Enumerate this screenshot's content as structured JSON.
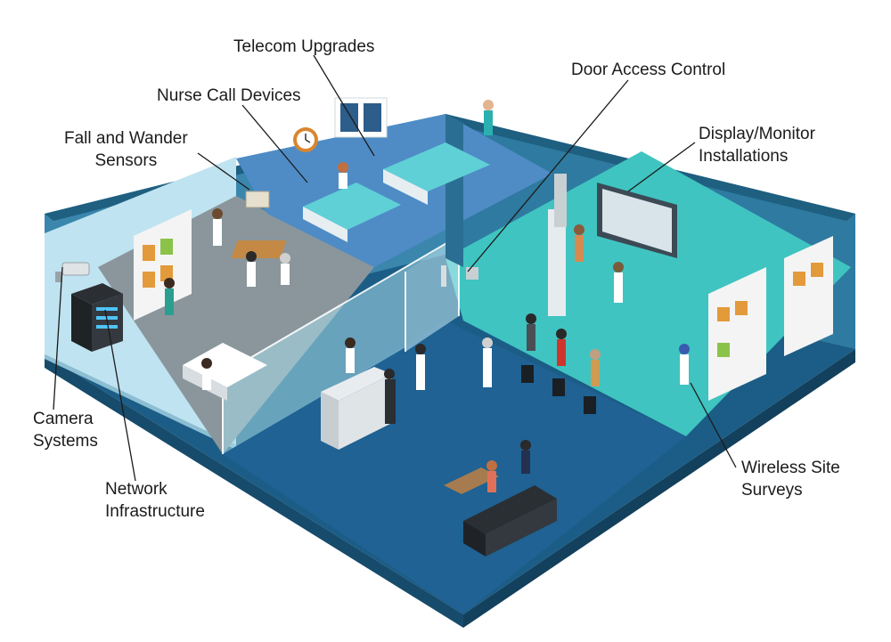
{
  "labels": {
    "telecom": "Telecom Upgrades",
    "nurse_call": "Nurse Call Devices",
    "fall_wander": [
      "Fall and Wander",
      "Sensors"
    ],
    "door_access": "Door Access Control",
    "display_monitor": [
      "Display/Monitor",
      "Installations"
    ],
    "camera": [
      "Camera",
      "Systems"
    ],
    "network": [
      "Network",
      "Infrastructure"
    ],
    "wireless": [
      "Wireless Site",
      "Surveys"
    ]
  },
  "colors": {
    "wall_outer": "#2f7ea5",
    "wall_top": "#1f5f80",
    "floor_lobby": "#1f5f8f",
    "floor_imaging": "#3cc2c0",
    "floor_office": "#8e9aa0",
    "floor_patient": "#4a86c0",
    "glass": "#9fd6e6",
    "leader_line": "#1b1b1b"
  },
  "icons": [
    "security-camera-icon",
    "server-rack-icon",
    "wall-clock-icon",
    "xray-board-icon",
    "door-handle-icon",
    "bookshelf-icon",
    "sofa-icon",
    "reception-desk-icon"
  ]
}
